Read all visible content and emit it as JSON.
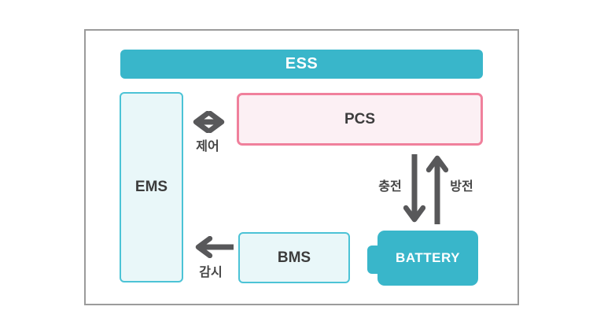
{
  "diagram": {
    "title": "ESS architecture diagram",
    "boxes": {
      "ess": {
        "label": "ESS"
      },
      "ems": {
        "label": "EMS"
      },
      "pcs": {
        "label": "PCS"
      },
      "bms": {
        "label": "BMS"
      },
      "battery": {
        "label": "BATTERY"
      }
    },
    "arrows": {
      "control": {
        "label": "제어",
        "from": "EMS",
        "to": "PCS",
        "direction": "both"
      },
      "charge": {
        "label": "충전",
        "from": "PCS",
        "to": "BATTERY",
        "direction": "down"
      },
      "discharge": {
        "label": "방전",
        "from": "BATTERY",
        "to": "PCS",
        "direction": "up"
      },
      "monitor": {
        "label": "감시",
        "from": "BMS",
        "to": "EMS",
        "direction": "left"
      }
    }
  },
  "colors": {
    "teal": "#39b6ca",
    "teal_border": "#4cc3d6",
    "teal_fill": "#e9f7f9",
    "pink_border": "#f0809c",
    "pink_fill": "#fcf0f4",
    "arrow": "#58585a",
    "label_text": "#454545",
    "box_text": "#3c3c3c",
    "frame_border": "#9b9b9b"
  }
}
